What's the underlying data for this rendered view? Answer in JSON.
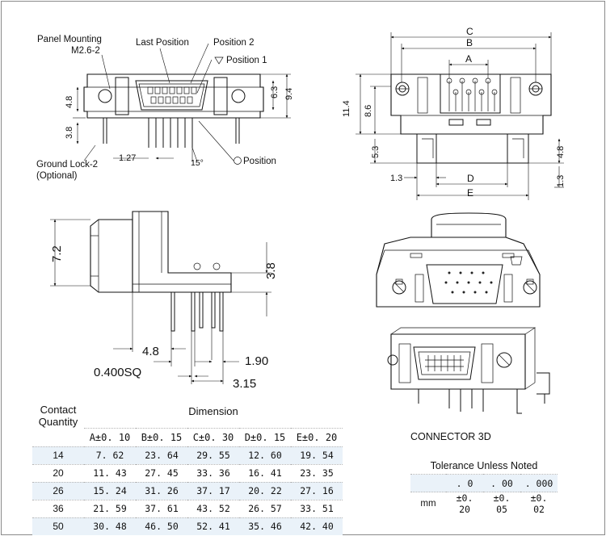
{
  "labels": {
    "panel_mounting_1": "Panel Mounting",
    "panel_mounting_2": "M2.6-2",
    "last_position": "Last Position",
    "position_2": "Position 2",
    "position_1": "Position 1",
    "ground_lock_1": "Ground Lock-2",
    "ground_lock_2": "(Optional)",
    "position": "Position",
    "connector_3d": "CONNECTOR 3D",
    "angle_15": "15°"
  },
  "dims": {
    "d4_8a": "4.8",
    "d3_8a": "3.8",
    "d1_27": "1.27",
    "d6_3": "6.3",
    "d9_4": "9.4",
    "dA": "A",
    "dB": "B",
    "dC": "C",
    "dD": "D",
    "dE": "E",
    "d11_4": "11.4",
    "d8_6": "8.6",
    "d5_3": "5.3",
    "d4_8b": "4.8",
    "d1_3a": "1.3",
    "d1_3b": "1.3",
    "d7_2": "7.2",
    "d3_8b": "3.8",
    "d4_8c": "4.8",
    "d1_90": "1.90",
    "d0_400": "0.400SQ",
    "d3_15": "3.15"
  },
  "dimension_table": {
    "header_left_1": "Contact",
    "header_left_2": "Quantity",
    "header_title": "Dimension",
    "columns": [
      "A±0. 10",
      "B±0. 15",
      "C±0. 30",
      "D±0. 15",
      "E±0. 20"
    ],
    "rows": [
      [
        "14",
        "7. 62",
        "23. 64",
        "29. 55",
        "12. 60",
        "19. 54"
      ],
      [
        "20",
        "11. 43",
        "27. 45",
        "33. 36",
        "16. 41",
        "23. 35"
      ],
      [
        "26",
        "15. 24",
        "31. 26",
        "37. 17",
        "20. 22",
        "27. 16"
      ],
      [
        "36",
        "21. 59",
        "37. 61",
        "43. 52",
        "26. 57",
        "33. 51"
      ],
      [
        "50",
        "30. 48",
        "46. 50",
        "52. 41",
        "35. 46",
        "42. 40"
      ]
    ]
  },
  "tolerance_table": {
    "title": "Tolerance Unless Noted",
    "columns": [
      ". 0",
      ". 00",
      ". 000"
    ],
    "unit": "mm",
    "values": [
      "±0. 20",
      "±0. 05",
      "±0. 02"
    ]
  }
}
